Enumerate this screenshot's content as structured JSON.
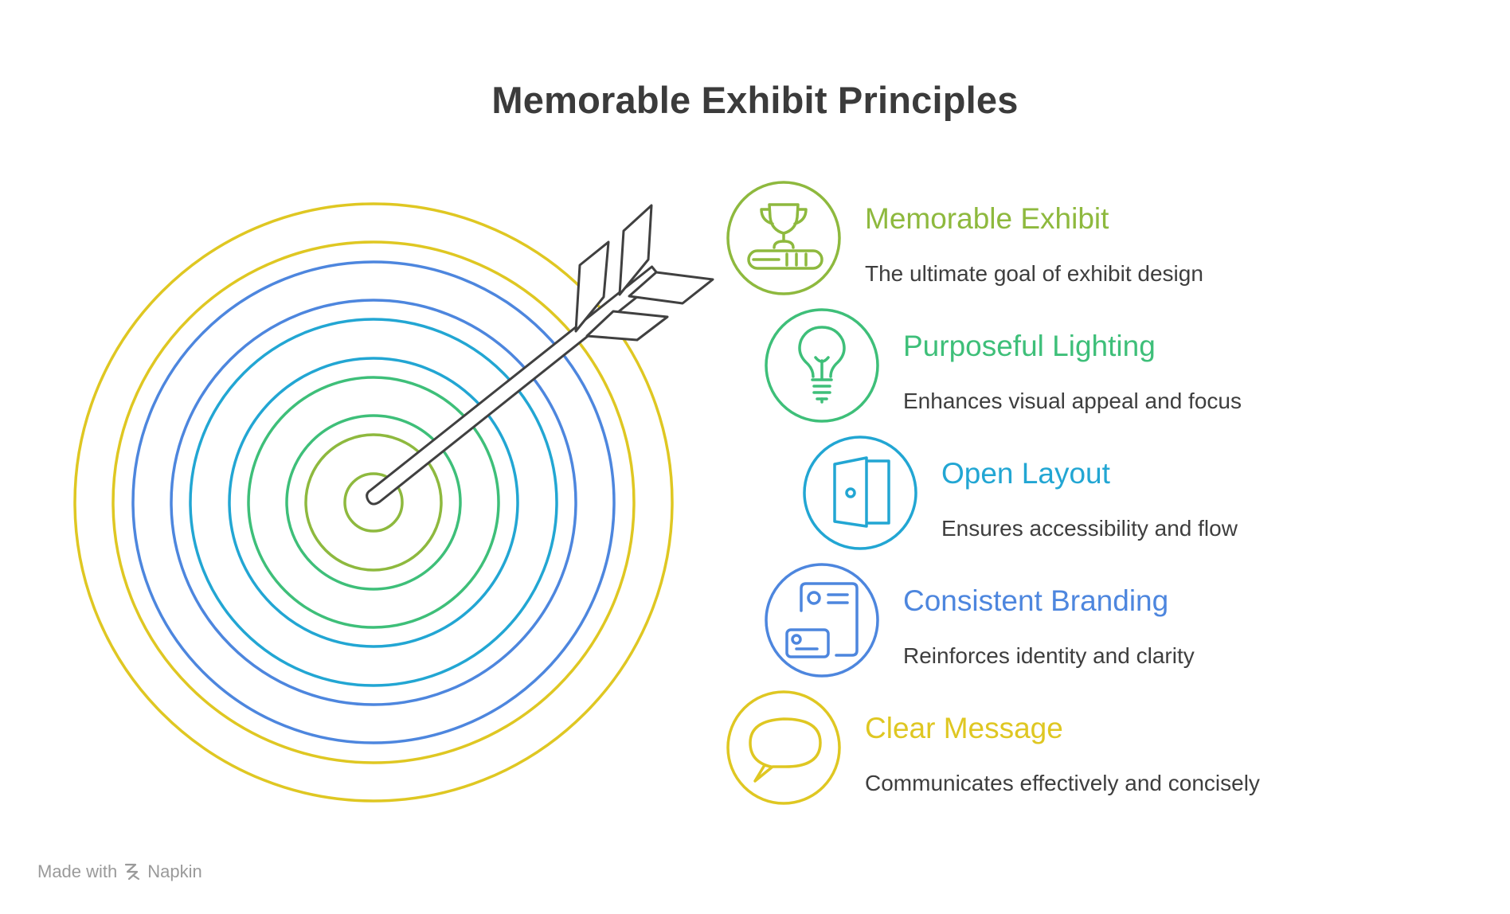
{
  "title": "Memorable Exhibit Principles",
  "colors": {
    "yellow": "#dfc722",
    "lime": "#8eb93e",
    "green": "#3ebf79",
    "cyan": "#22a6d3",
    "blue": "#4d86de",
    "arrow": "#404040"
  },
  "items": [
    {
      "heading": "Memorable Exhibit",
      "description": "The ultimate goal of exhibit design",
      "icon": "trophy-icon",
      "color": "#8eb93e"
    },
    {
      "heading": "Purposeful Lighting",
      "description": "Enhances visual appeal and focus",
      "icon": "lightbulb-icon",
      "color": "#3ebf79"
    },
    {
      "heading": "Open Layout",
      "description": "Ensures accessibility and flow",
      "icon": "open-door-icon",
      "color": "#22a6d3"
    },
    {
      "heading": "Consistent Branding",
      "description": "Reinforces identity and clarity",
      "icon": "id-card-icon",
      "color": "#4d86de"
    },
    {
      "heading": "Clear Message",
      "description": "Communicates effectively and concisely",
      "icon": "speech-bubble-icon",
      "color": "#dfc722"
    }
  ],
  "footer": {
    "made_with": "Made with",
    "brand": "Napkin"
  }
}
